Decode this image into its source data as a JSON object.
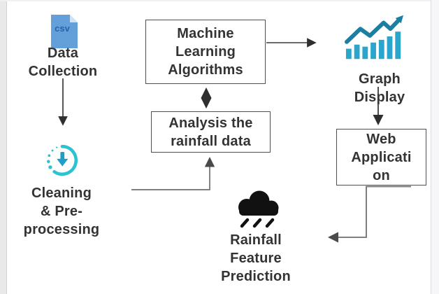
{
  "colors": {
    "csv_icon_blue": "#63a0d9",
    "csv_fold_light": "#cfe3f6",
    "csv_text_blue": "#2c5fae",
    "chart_bar_teal": "#2aa6cd",
    "chart_line_teal": "#1a7fa2",
    "cleaning_arc_teal": "#2cc2d0",
    "cleaning_arrow_teal": "#1f9ec9",
    "cloud_black": "#111111",
    "connector_dark": "#2f2f2f",
    "connector_gray": "#6f6f6f"
  },
  "nodes": {
    "data_collection": {
      "label": "Data\nCollection",
      "icon": "csv-file-icon",
      "badge": "csv"
    },
    "machine_learning": {
      "label": "Machine\nLearning\nAlgorithms"
    },
    "analysis": {
      "label": "Analysis the\nrainfall data"
    },
    "graph_display": {
      "label": "Graph\nDisplay",
      "icon": "bar-chart-trend-icon"
    },
    "cleaning": {
      "label": "Cleaning\n& Pre-\nprocessing",
      "icon": "refresh-download-icon"
    },
    "web_application": {
      "label": "Web\nApplicati\non"
    },
    "rainfall_prediction": {
      "label": "Rainfall\nFeature\nPrediction",
      "icon": "rain-cloud-icon"
    }
  },
  "connections": [
    {
      "from": "data-collection",
      "to": "cleaning-preprocessing",
      "style": "straight-arrow-down"
    },
    {
      "from": "cleaning-preprocessing",
      "to": "analysis-rainfall-data",
      "style": "elbow-arrow-up"
    },
    {
      "from": "machine-learning-algorithms",
      "to": "analysis-rainfall-data",
      "style": "double-headed-arrow"
    },
    {
      "from": "machine-learning-algorithms",
      "to": "graph-display",
      "style": "straight-arrow-right"
    },
    {
      "from": "graph-display",
      "to": "web-application",
      "style": "straight-arrow-down"
    },
    {
      "from": "web-application",
      "to": "rainfall-feature-prediction",
      "style": "elbow-arrow-left"
    }
  ]
}
